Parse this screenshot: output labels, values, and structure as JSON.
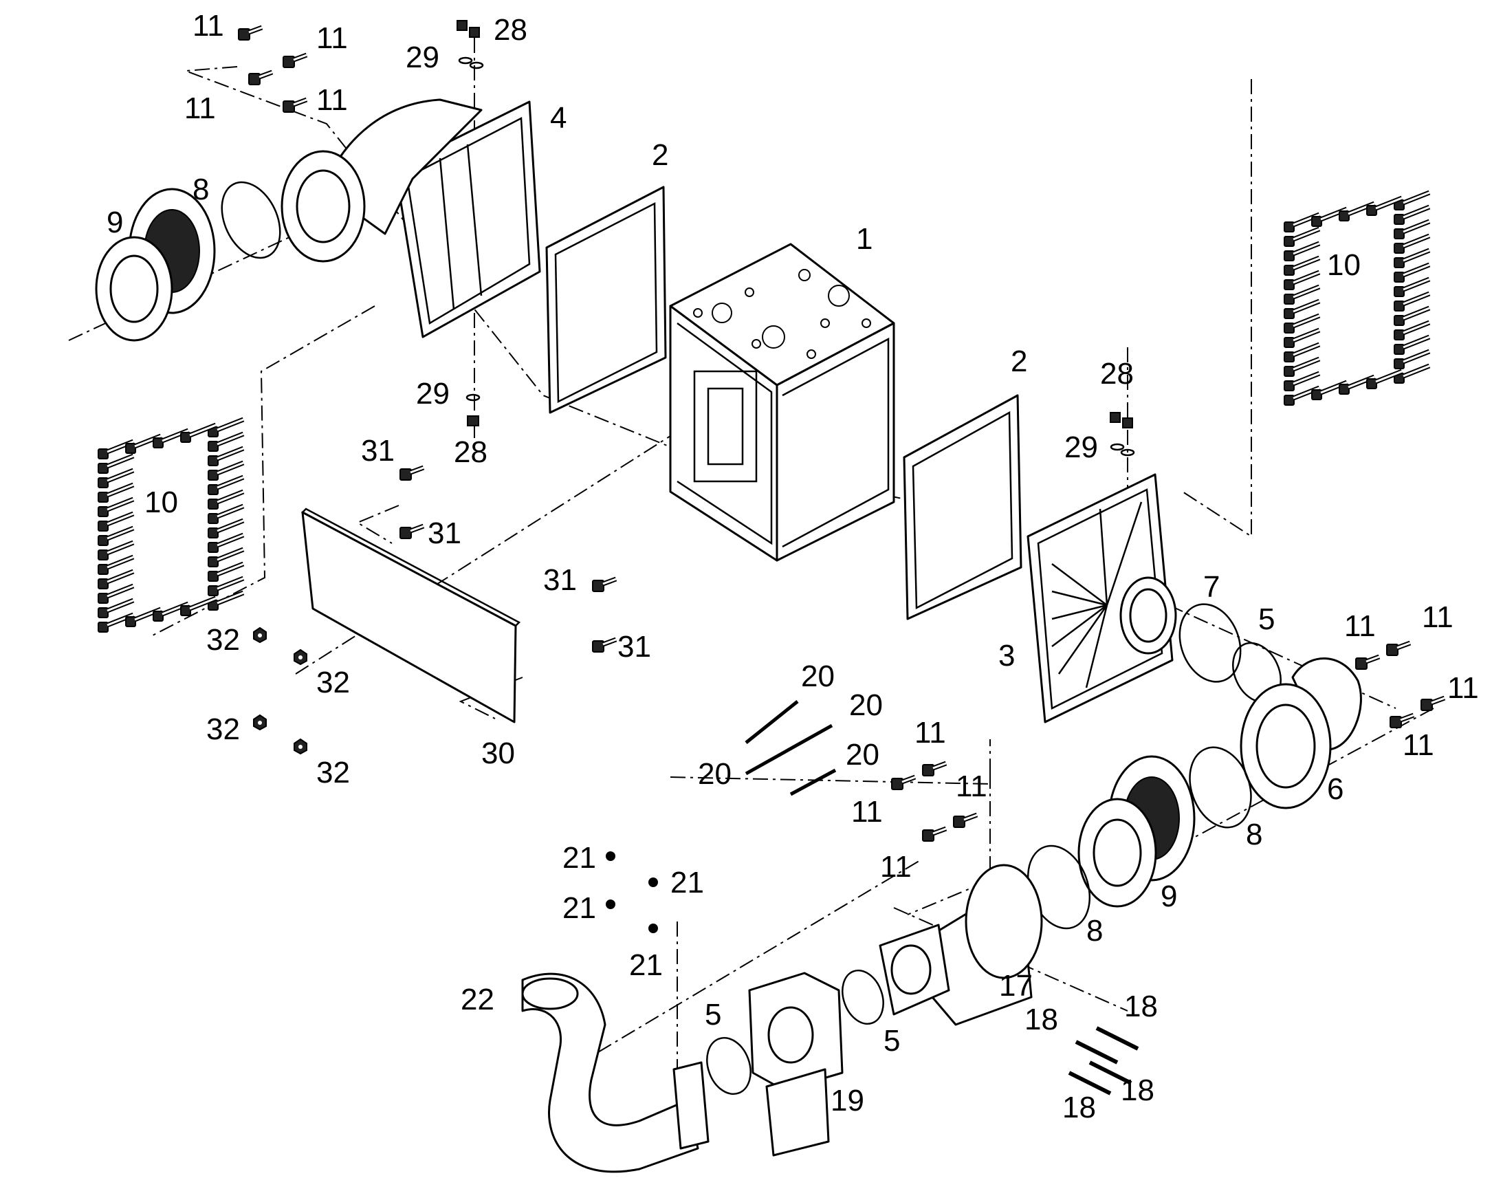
{
  "callouts": [
    {
      "id": "c01",
      "text": "11"
    },
    {
      "id": "c02",
      "text": "11"
    },
    {
      "id": "c03",
      "text": "11"
    },
    {
      "id": "c04",
      "text": "11"
    },
    {
      "id": "c05",
      "text": "29"
    },
    {
      "id": "c06",
      "text": "28"
    },
    {
      "id": "c07",
      "text": "4"
    },
    {
      "id": "c08",
      "text": "2"
    },
    {
      "id": "c09",
      "text": "9"
    },
    {
      "id": "c10",
      "text": "8"
    },
    {
      "id": "c11",
      "text": "1"
    },
    {
      "id": "c12",
      "text": "10"
    },
    {
      "id": "c13",
      "text": "2"
    },
    {
      "id": "c14",
      "text": "28"
    },
    {
      "id": "c15",
      "text": "29"
    },
    {
      "id": "c16",
      "text": "29"
    },
    {
      "id": "c17",
      "text": "28"
    },
    {
      "id": "c18",
      "text": "31"
    },
    {
      "id": "c19",
      "text": "10"
    },
    {
      "id": "c20",
      "text": "31"
    },
    {
      "id": "c21",
      "text": "31"
    },
    {
      "id": "c22",
      "text": "31"
    },
    {
      "id": "c23",
      "text": "32"
    },
    {
      "id": "c24",
      "text": "32"
    },
    {
      "id": "c25",
      "text": "32"
    },
    {
      "id": "c26",
      "text": "32"
    },
    {
      "id": "c27",
      "text": "30"
    },
    {
      "id": "c28",
      "text": "7"
    },
    {
      "id": "c29",
      "text": "3"
    },
    {
      "id": "c30",
      "text": "5"
    },
    {
      "id": "c31",
      "text": "11"
    },
    {
      "id": "c32",
      "text": "11"
    },
    {
      "id": "c33",
      "text": "11"
    },
    {
      "id": "c34",
      "text": "11"
    },
    {
      "id": "c35",
      "text": "6"
    },
    {
      "id": "c36",
      "text": "8"
    },
    {
      "id": "c37",
      "text": "20"
    },
    {
      "id": "c38",
      "text": "20"
    },
    {
      "id": "c39",
      "text": "20"
    },
    {
      "id": "c40",
      "text": "20"
    },
    {
      "id": "c41",
      "text": "11"
    },
    {
      "id": "c42",
      "text": "11"
    },
    {
      "id": "c43",
      "text": "11"
    },
    {
      "id": "c44",
      "text": "11"
    },
    {
      "id": "c45",
      "text": "9"
    },
    {
      "id": "c46",
      "text": "8"
    },
    {
      "id": "c47",
      "text": "21"
    },
    {
      "id": "c48",
      "text": "21"
    },
    {
      "id": "c49",
      "text": "21"
    },
    {
      "id": "c50",
      "text": "21"
    },
    {
      "id": "c51",
      "text": "17"
    },
    {
      "id": "c52",
      "text": "22"
    },
    {
      "id": "c53",
      "text": "5"
    },
    {
      "id": "c54",
      "text": "5"
    },
    {
      "id": "c55",
      "text": "18"
    },
    {
      "id": "c56",
      "text": "18"
    },
    {
      "id": "c57",
      "text": "19"
    },
    {
      "id": "c58",
      "text": "18"
    },
    {
      "id": "c59",
      "text": "18"
    }
  ]
}
